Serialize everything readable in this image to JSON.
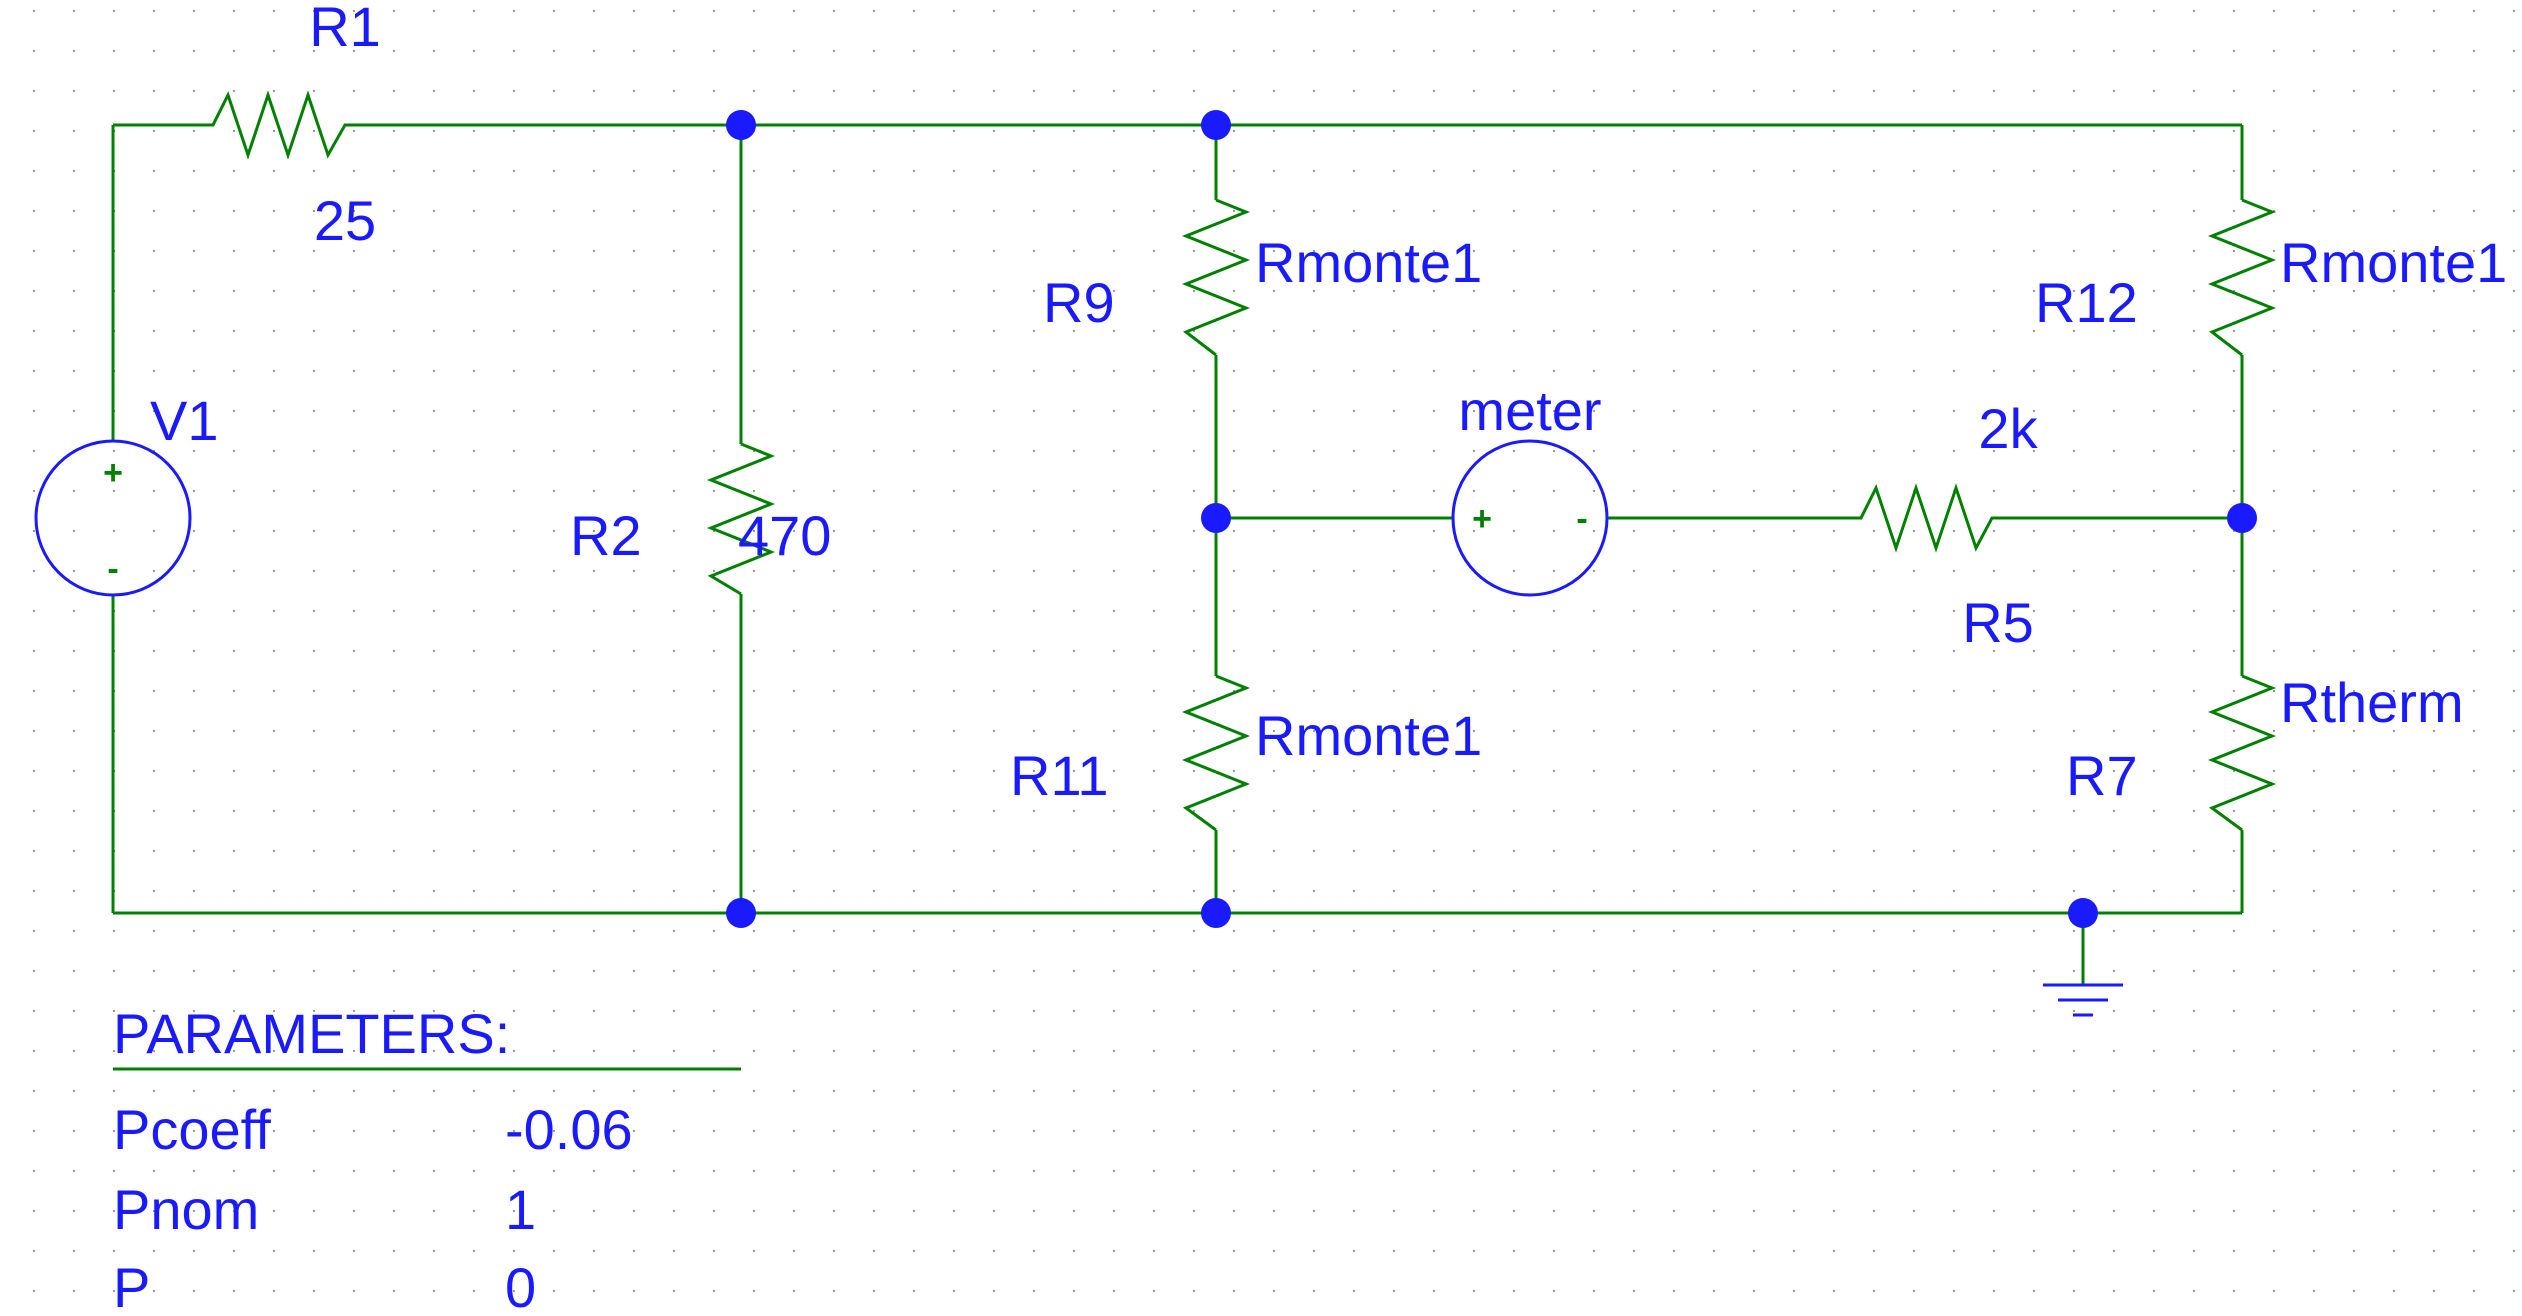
{
  "colors": {
    "wire": "#008000",
    "part": "#1a1aff",
    "label": "#1a1aff",
    "grid": "#9a9a9a",
    "background": "#ffffff"
  },
  "components": {
    "R1": {
      "ref": "R1",
      "value": "25"
    },
    "R2": {
      "ref": "R2",
      "value": "470"
    },
    "R9": {
      "ref": "R9",
      "value": "Rmonte1"
    },
    "R11": {
      "ref": "R11",
      "value": "Rmonte1"
    },
    "R12": {
      "ref": "R12",
      "value": "Rmonte1"
    },
    "R7": {
      "ref": "R7",
      "value": "Rtherm"
    },
    "R5": {
      "ref": "R5",
      "value": "2k"
    },
    "V1": {
      "ref": "V1",
      "plus": "+",
      "minus": "-"
    },
    "meter": {
      "ref": "meter",
      "plus": "+",
      "minus": "-"
    }
  },
  "parameters": {
    "header": "PARAMETERS:",
    "rows": [
      {
        "name": "Pcoeff",
        "value": "-0.06"
      },
      {
        "name": "Pnom",
        "value": "1"
      },
      {
        "name": "P",
        "value": "0"
      }
    ]
  }
}
